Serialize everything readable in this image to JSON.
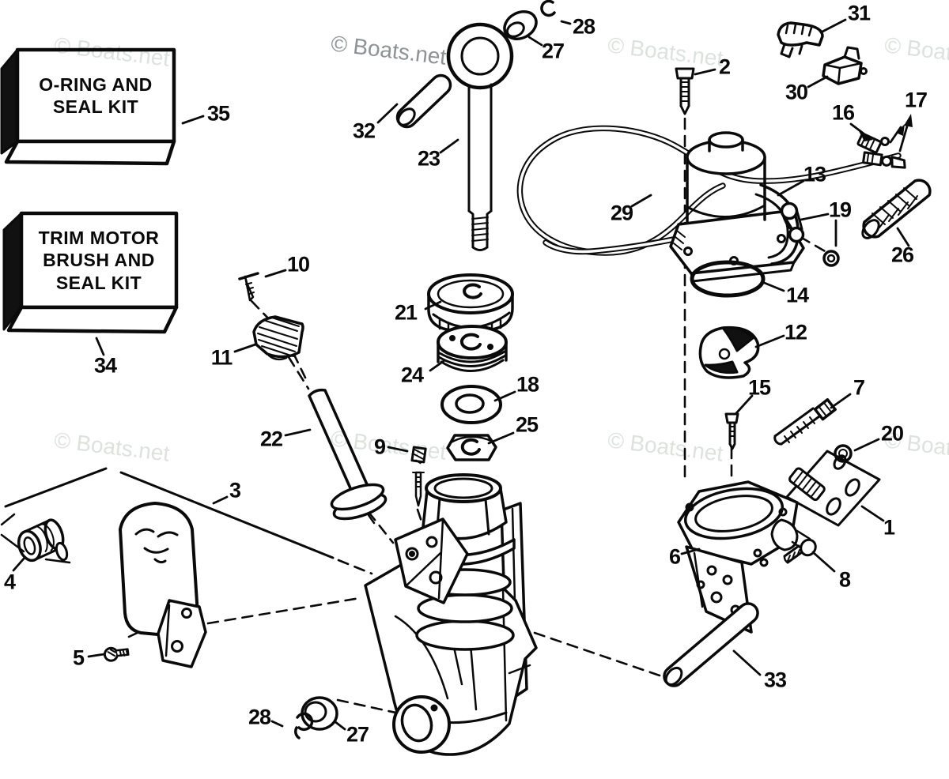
{
  "watermark": {
    "text": "© Boats.net",
    "light_color": "#dde2de",
    "dark_color": "#8d9394"
  },
  "line_color": "#0a0a0a",
  "kits": {
    "oring_seal": {
      "line1": "O-RING AND",
      "line2": "SEAL KIT"
    },
    "trim_motor": {
      "line1": "TRIM MOTOR",
      "line2": "BRUSH AND",
      "line3": "SEAL KIT"
    }
  },
  "callouts": {
    "c1": "1",
    "c2": "2",
    "c3": "3",
    "c4": "4",
    "c5": "5",
    "c6": "6",
    "c7": "7",
    "c8": "8",
    "c9": "9",
    "c10": "10",
    "c11": "11",
    "c12": "12",
    "c13": "13",
    "c14": "14",
    "c15": "15",
    "c16": "16",
    "c17": "17",
    "c18": "18",
    "c19": "19",
    "c20": "20",
    "c21": "21",
    "c22": "22",
    "c23": "23",
    "c24": "24",
    "c25": "25",
    "c26": "26",
    "c27a": "27",
    "c27b": "27",
    "c28a": "28",
    "c28b": "28",
    "c29": "29",
    "c30": "30",
    "c31": "31",
    "c32": "32",
    "c33": "33",
    "c34": "34",
    "c35": "35"
  }
}
